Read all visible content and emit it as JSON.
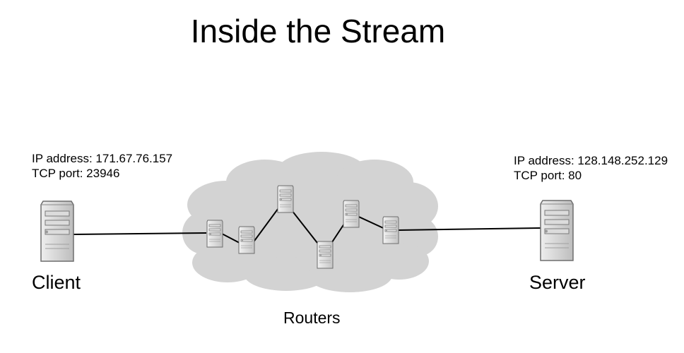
{
  "title": "Inside the Stream",
  "client": {
    "label": "Client",
    "ip": "IP address: 171.67.76.157",
    "port": "TCP port: 23946"
  },
  "server": {
    "label": "Server",
    "ip": "IP address: 128.148.252.129",
    "port": "TCP port: 80"
  },
  "network": {
    "label": "Routers",
    "cloud_color": "#d3d3d3"
  },
  "icons": {
    "host": "server-tower-icon",
    "router": "router-box-icon"
  }
}
